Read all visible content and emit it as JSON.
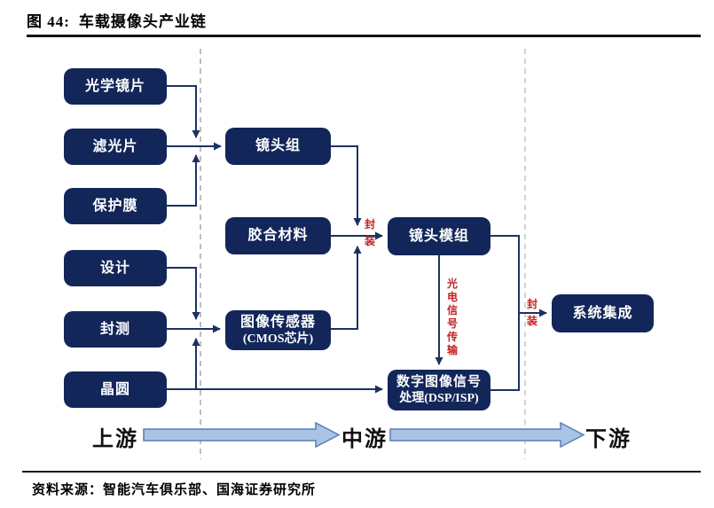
{
  "header": {
    "figure_label": "图 44:",
    "title": "车载摄像头产业链"
  },
  "nodes": {
    "optical_lens": {
      "label": "光学镜片"
    },
    "filter": {
      "label": "滤光片"
    },
    "protective_film": {
      "label": "保护膜"
    },
    "design": {
      "label": "设计"
    },
    "packaging_testing": {
      "label": "封测"
    },
    "wafer": {
      "label": "晶圆"
    },
    "lens_group": {
      "label": "镜头组"
    },
    "bonding_material": {
      "label": "胶合材料"
    },
    "image_sensor": {
      "label": "图像传感器",
      "label2": "(CMOS芯片)"
    },
    "lens_module": {
      "label": "镜头模组"
    },
    "dsp": {
      "label": "数字图像信号",
      "label2": "处理(DSP/ISP)"
    },
    "system_integration": {
      "label": "系统集成"
    }
  },
  "edge_labels": {
    "package_1": "封装",
    "package_2": "封装",
    "optoelectronic_signal": "光电信号传输"
  },
  "flow": {
    "upstream": "上游",
    "midstream": "中游",
    "downstream": "下游"
  },
  "footer": {
    "source_label": "资料来源：",
    "source": "智能汽车俱乐部、国海证券研究所"
  },
  "colors": {
    "node_background": "#12265a",
    "node_text": "#ffffff",
    "connector_line": "#1b3261",
    "red_label": "#c32222",
    "flow_arrow_fill": "#a9c3e5",
    "flow_arrow_border": "#5b7db5",
    "divider_dashed": "#b3b3b3"
  }
}
